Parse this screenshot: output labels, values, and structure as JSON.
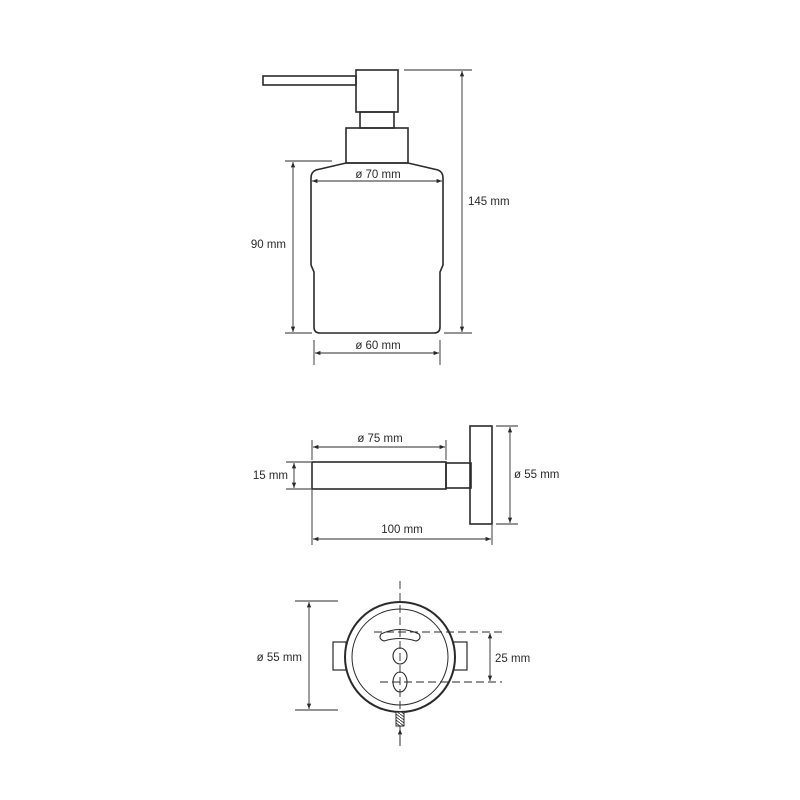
{
  "diagram": {
    "type": "technical-drawing",
    "subject": "wall-mounted soap dispenser",
    "colors": {
      "line": "#2a2a2a",
      "background": "#ffffff"
    },
    "front_view": {
      "labels": {
        "top_diameter": "ø 70 mm",
        "bottom_diameter": "ø 60 mm",
        "glass_height": "90 mm",
        "total_height": "145 mm"
      }
    },
    "side_view": {
      "labels": {
        "holder_diameter": "ø 75 mm",
        "arm_thickness": "15 mm",
        "plate_diameter": "ø 55 mm",
        "projection": "100 mm"
      }
    },
    "mount_view": {
      "labels": {
        "plate_diameter": "ø 55 mm",
        "hole_spacing": "25 mm"
      }
    }
  }
}
